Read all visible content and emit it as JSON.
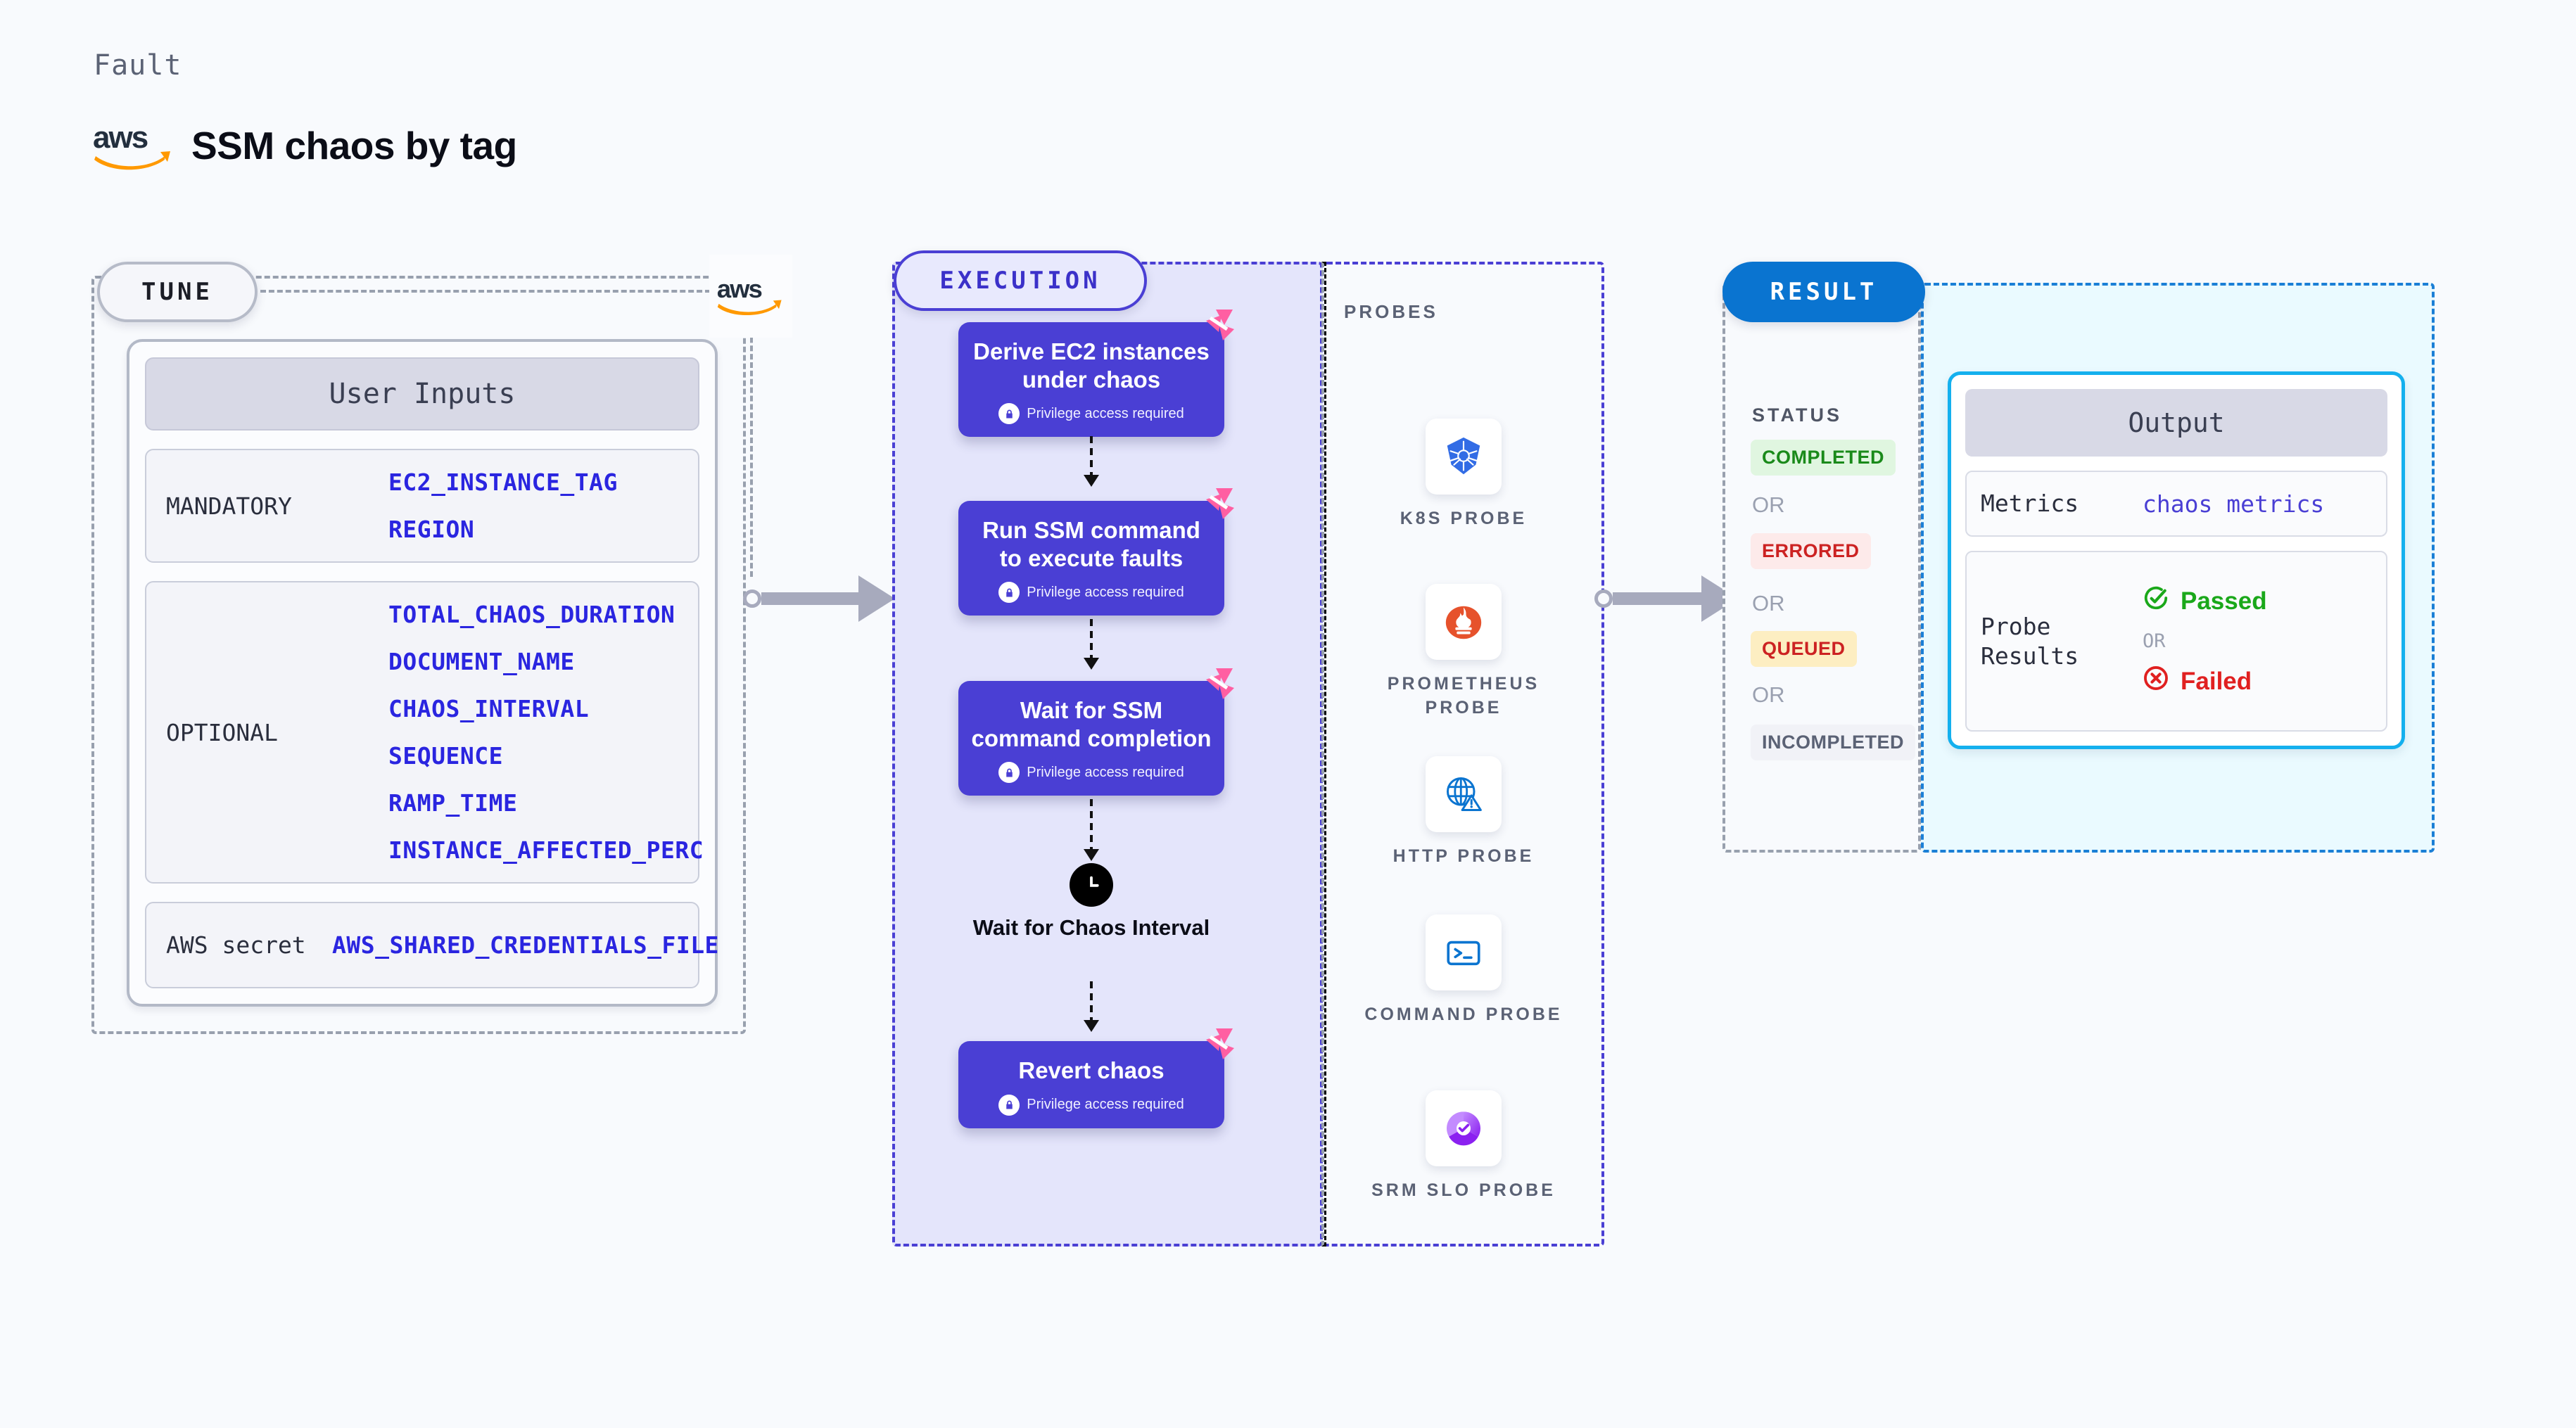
{
  "header": {
    "kicker": "Fault",
    "title": "SSM chaos by tag",
    "logo": "aws-logo"
  },
  "tune": {
    "pill_label": "TUNE",
    "card_title": "User Inputs",
    "groups": [
      {
        "label": "MANDATORY",
        "values": [
          "EC2_INSTANCE_TAG",
          "REGION"
        ]
      },
      {
        "label": "OPTIONAL",
        "values": [
          "TOTAL_CHAOS_DURATION",
          "DOCUMENT_NAME",
          "CHAOS_INTERVAL",
          "SEQUENCE",
          "RAMP_TIME",
          "INSTANCE_AFFECTED_PERC"
        ]
      },
      {
        "label": "AWS secret",
        "values": [
          "AWS_SHARED_CREDENTIALS_FILE"
        ]
      }
    ]
  },
  "execution": {
    "pill_label": "EXECUTION",
    "privilege_note": "Privilege access required",
    "steps": [
      {
        "title": "Derive EC2 instances under chaos",
        "privileged": true
      },
      {
        "title": "Run SSM command to execute faults",
        "privileged": true
      },
      {
        "title": "Wait for SSM command completion",
        "privileged": true
      }
    ],
    "wait_node": {
      "label": "Wait for Chaos Interval",
      "icon": "clock-icon"
    },
    "final_step": {
      "title": "Revert chaos",
      "privileged": true
    }
  },
  "probes": {
    "title": "PROBES",
    "items": [
      {
        "name": "K8S PROBE",
        "icon": "kubernetes-icon"
      },
      {
        "name": "PROMETHEUS PROBE",
        "icon": "prometheus-icon"
      },
      {
        "name": "HTTP PROBE",
        "icon": "http-globe-icon"
      },
      {
        "name": "COMMAND PROBE",
        "icon": "terminal-icon"
      },
      {
        "name": "SRM SLO PROBE",
        "icon": "srm-slo-icon"
      }
    ]
  },
  "result": {
    "pill_label": "RESULT",
    "status_title": "STATUS",
    "or_label": "OR",
    "statuses": [
      {
        "label": "COMPLETED",
        "bg": "#e0f6e0",
        "fg": "#1a8a1a"
      },
      {
        "label": "ERRORED",
        "bg": "#fdeaea",
        "fg": "#cc2222"
      },
      {
        "label": "QUEUED",
        "bg": "#fdeec2",
        "fg": "#cc2222"
      },
      {
        "label": "INCOMPLETED",
        "bg": "#f1f2f7",
        "fg": "#5b6275"
      }
    ],
    "output": {
      "title": "Output",
      "metrics_label": "Metrics",
      "metrics_value": "chaos metrics",
      "probe_results_label": "Probe Results",
      "passed_label": "Passed",
      "failed_label": "Failed",
      "or_label": "OR"
    }
  },
  "colors": {
    "page_bg": "#f8fafd",
    "execution_purple": "#4a3fd4",
    "execution_panel_bg": "#e4e5fb",
    "result_blue": "#0a74d0",
    "output_border": "#14b0ee",
    "mono_value_blue": "#2a25e0",
    "aws_orange": "#ff9900",
    "badge_pink": "#ff5fa2"
  }
}
